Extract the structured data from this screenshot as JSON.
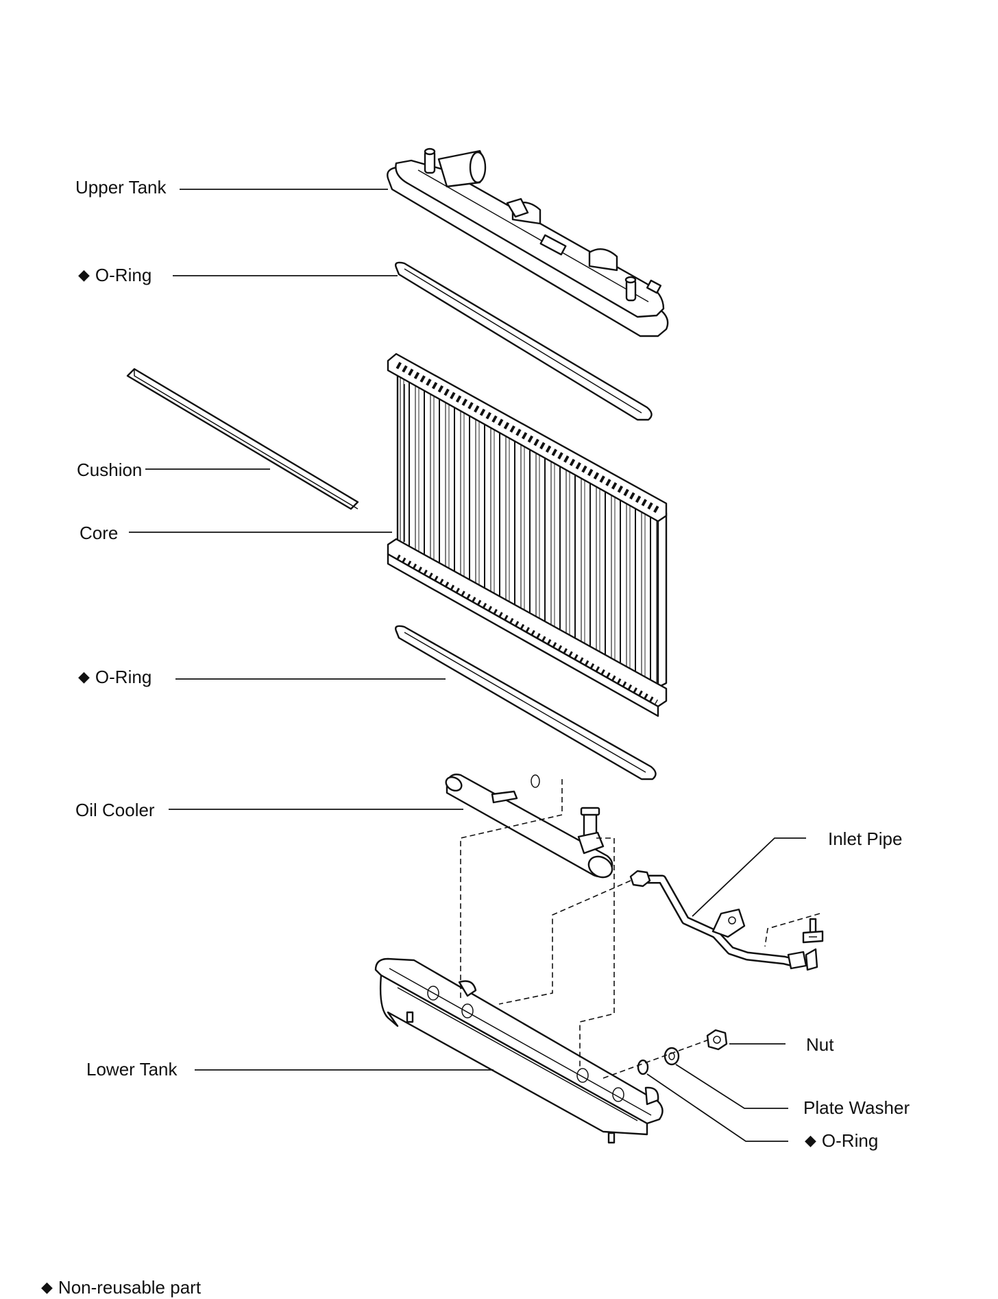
{
  "labels": {
    "upper_tank": "Upper Tank",
    "o_ring_upper": "O-Ring",
    "cushion": "Cushion",
    "core": "Core",
    "o_ring_lower": "O-Ring",
    "oil_cooler": "Oil Cooler",
    "inlet_pipe": "Inlet Pipe",
    "lower_tank": "Lower Tank",
    "nut": "Nut",
    "plate_washer": "Plate Washer",
    "o_ring_small": "O-Ring"
  },
  "legend": {
    "symbol": "◆",
    "text": "Non-reusable part"
  },
  "colors": {
    "line": "#111111",
    "background": "#ffffff"
  }
}
